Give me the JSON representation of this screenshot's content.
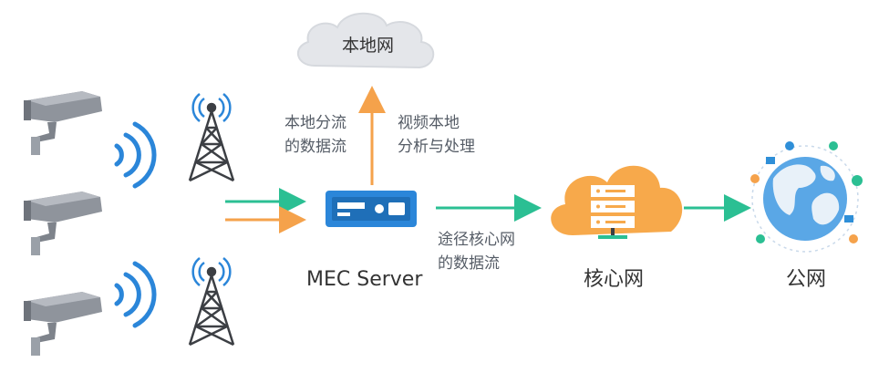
{
  "nodes": {
    "local_network": "本地网",
    "mec_server": "MEC Server",
    "core_network": "核心网",
    "public_network": "公网"
  },
  "flows": {
    "local_offload": [
      "本地分流",
      "的数据流"
    ],
    "local_video": [
      "视频本地",
      "分析与处理"
    ],
    "via_core": [
      "途径核心网",
      "的数据流"
    ]
  },
  "colors": {
    "camera": "#8a8f99",
    "wifi": "#2b86d9",
    "tower": "#3c3f44",
    "green_arrow": "#2bbf93",
    "orange_arrow": "#f5a24b",
    "server_blue": "#2b86d9",
    "cloud_orange": "#f7a94b",
    "cloud_gray": "#e4e6ea",
    "globe_blue": "#2f8fd8"
  },
  "icons": [
    "camera-icon",
    "wifi-signal-icon",
    "cell-tower-icon",
    "mec-server-icon",
    "cloud-icon",
    "server-rack-icon",
    "globe-icon"
  ]
}
